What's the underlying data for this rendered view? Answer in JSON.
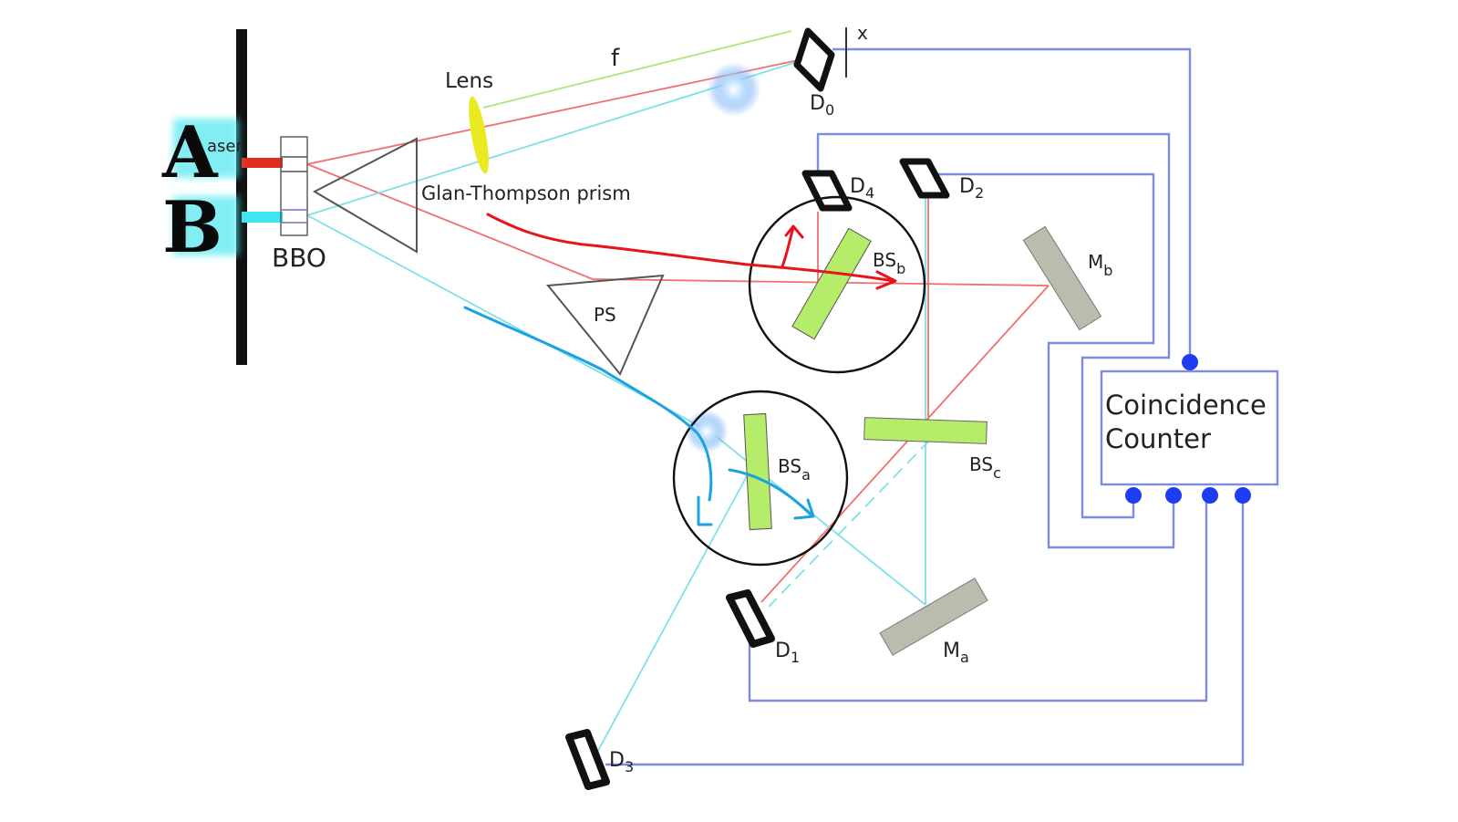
{
  "labels": {
    "A": "A",
    "B": "B",
    "laser": "aser",
    "bbo": "BBO",
    "lens": "Lens",
    "f": "f",
    "x": "x",
    "glan": "Glan-Thompson prism",
    "ps": "PS",
    "d0": "D",
    "d0_sub": "0",
    "d1": "D",
    "d1_sub": "1",
    "d2": "D",
    "d2_sub": "2",
    "d3": "D",
    "d3_sub": "3",
    "d4": "D",
    "d4_sub": "4",
    "bsa": "BS",
    "bsa_sub": "a",
    "bsb": "BS",
    "bsb_sub": "b",
    "bsc": "BS",
    "bsc_sub": "c",
    "ma": "M",
    "ma_sub": "a",
    "mb": "M",
    "mb_sub": "b",
    "counter_line1": "Coincidence",
    "counter_line2": "Counter"
  },
  "colors": {
    "red_beam": "#f07070",
    "cyan_beam": "#7ee0e8",
    "green_beam": "#a8e87a",
    "wire": "#7d8be0",
    "element_green": "#b5ec6a",
    "mirror_grey": "#b9bdae",
    "annotation_red": "#e8141a",
    "annotation_blue": "#1da1e0",
    "laser_a": "#e22d1c",
    "laser_b": "#3fe6ef"
  }
}
